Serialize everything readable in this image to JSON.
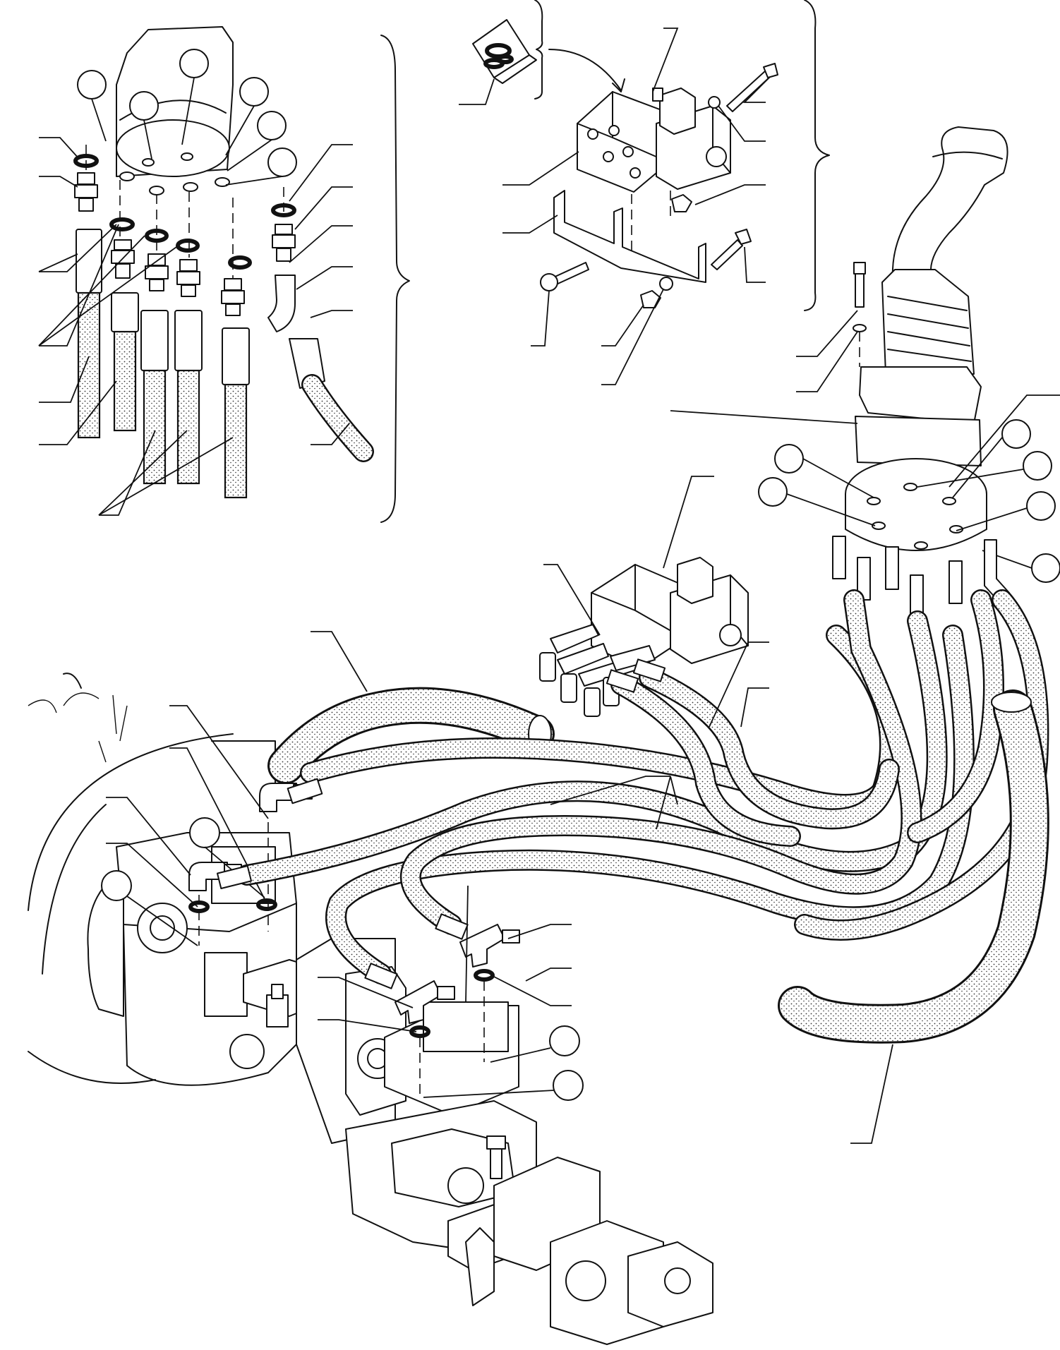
{
  "diagram": {
    "kind": "exploded hydraulic parts diagram",
    "visible_text": [],
    "callout_circles": 18,
    "groups": [
      "hose-fitting-detail",
      "solenoid-valve-detail",
      "joystick-control",
      "solenoid-valve-assembly",
      "hydraulic-pump-assembly",
      "hose-routing"
    ]
  }
}
